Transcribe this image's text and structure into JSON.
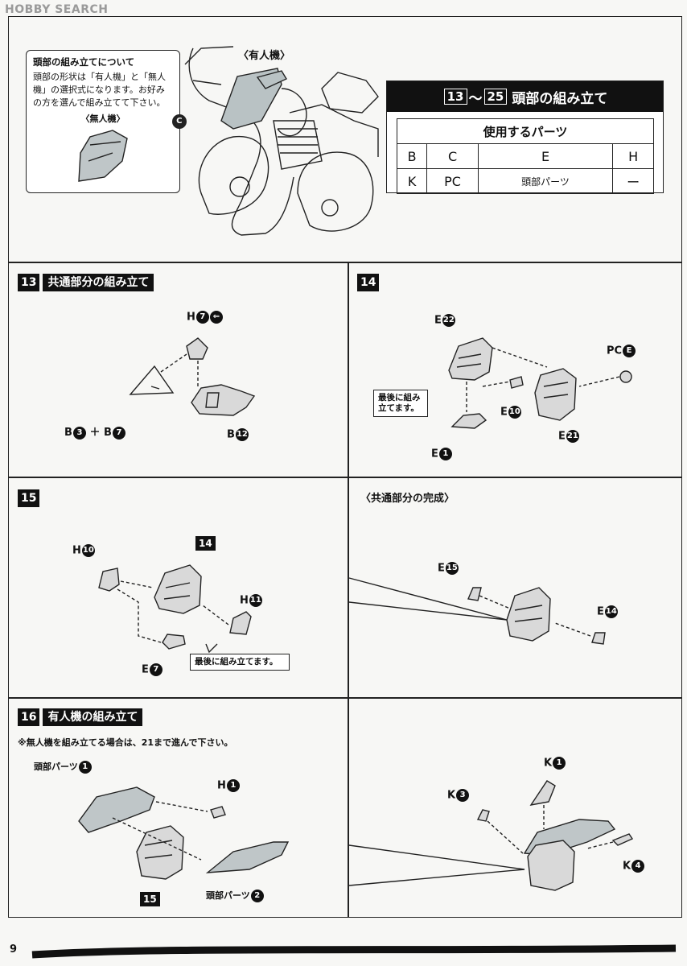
{
  "watermark": "HOBBY SEARCH",
  "page_number": "9",
  "intro": {
    "title": "頭部の組み立てについて",
    "text": "頭部の形状は「有人機」と「無人機」の選択式になります。お好みの方を選んで組み立てて下さい。",
    "unmanned_label": "〈無人機〉",
    "manned_label": "〈有人機〉",
    "badge": "C"
  },
  "parts_table": {
    "step_from": "13",
    "tilde": "～",
    "step_to": "25",
    "title": "頭部の組み立て",
    "header": "使用するパーツ",
    "rows": [
      [
        "B",
        "C",
        "E",
        "H"
      ],
      [
        "K",
        "PC",
        "頭部パーツ",
        "ー"
      ]
    ]
  },
  "step13": {
    "num": "13",
    "title": "共通部分の組み立て",
    "label_h": "H",
    "label_h_n1": "7",
    "label_h_n2": "⇐",
    "label_b_left": "B",
    "label_b_left_n": "3",
    "plus": "＋",
    "label_b_mid": "B",
    "label_b_mid_n": "7",
    "label_b_right": "B",
    "label_b_right_n": "12"
  },
  "step14": {
    "num": "14",
    "label_e22": "E",
    "n_e22": "22",
    "label_pc": "PC",
    "n_pc": "E",
    "callout": "最後に組み立てます。",
    "label_e10": "E",
    "n_e10": "10",
    "label_e21": "E",
    "n_e21": "21",
    "label_e1": "E",
    "n_e1": "1"
  },
  "step15": {
    "num": "15",
    "label_h10": "H",
    "n_h10": "10",
    "ref": "14",
    "label_h11": "H",
    "n_h11": "11",
    "label_e7": "E",
    "n_e7": "7",
    "callout": "最後に組み立てます。"
  },
  "common_done": {
    "title": "〈共通部分の完成〉",
    "label_e15": "E",
    "n_e15": "15",
    "label_e14": "E",
    "n_e14": "14"
  },
  "step16": {
    "num": "16",
    "title": "有人機の組み立て",
    "note": "※無人機を組み立てる場合は、21まで進んで下さい。",
    "label_head1": "頭部パーツ",
    "n_head1": "1",
    "label_h1": "H",
    "n_h1": "1",
    "ref": "15",
    "label_head2": "頭部パーツ",
    "n_head2": "2"
  },
  "step16b": {
    "label_k1": "K",
    "n_k1": "1",
    "label_k3": "K",
    "n_k3": "3",
    "label_k4": "K",
    "n_k4": "4"
  }
}
